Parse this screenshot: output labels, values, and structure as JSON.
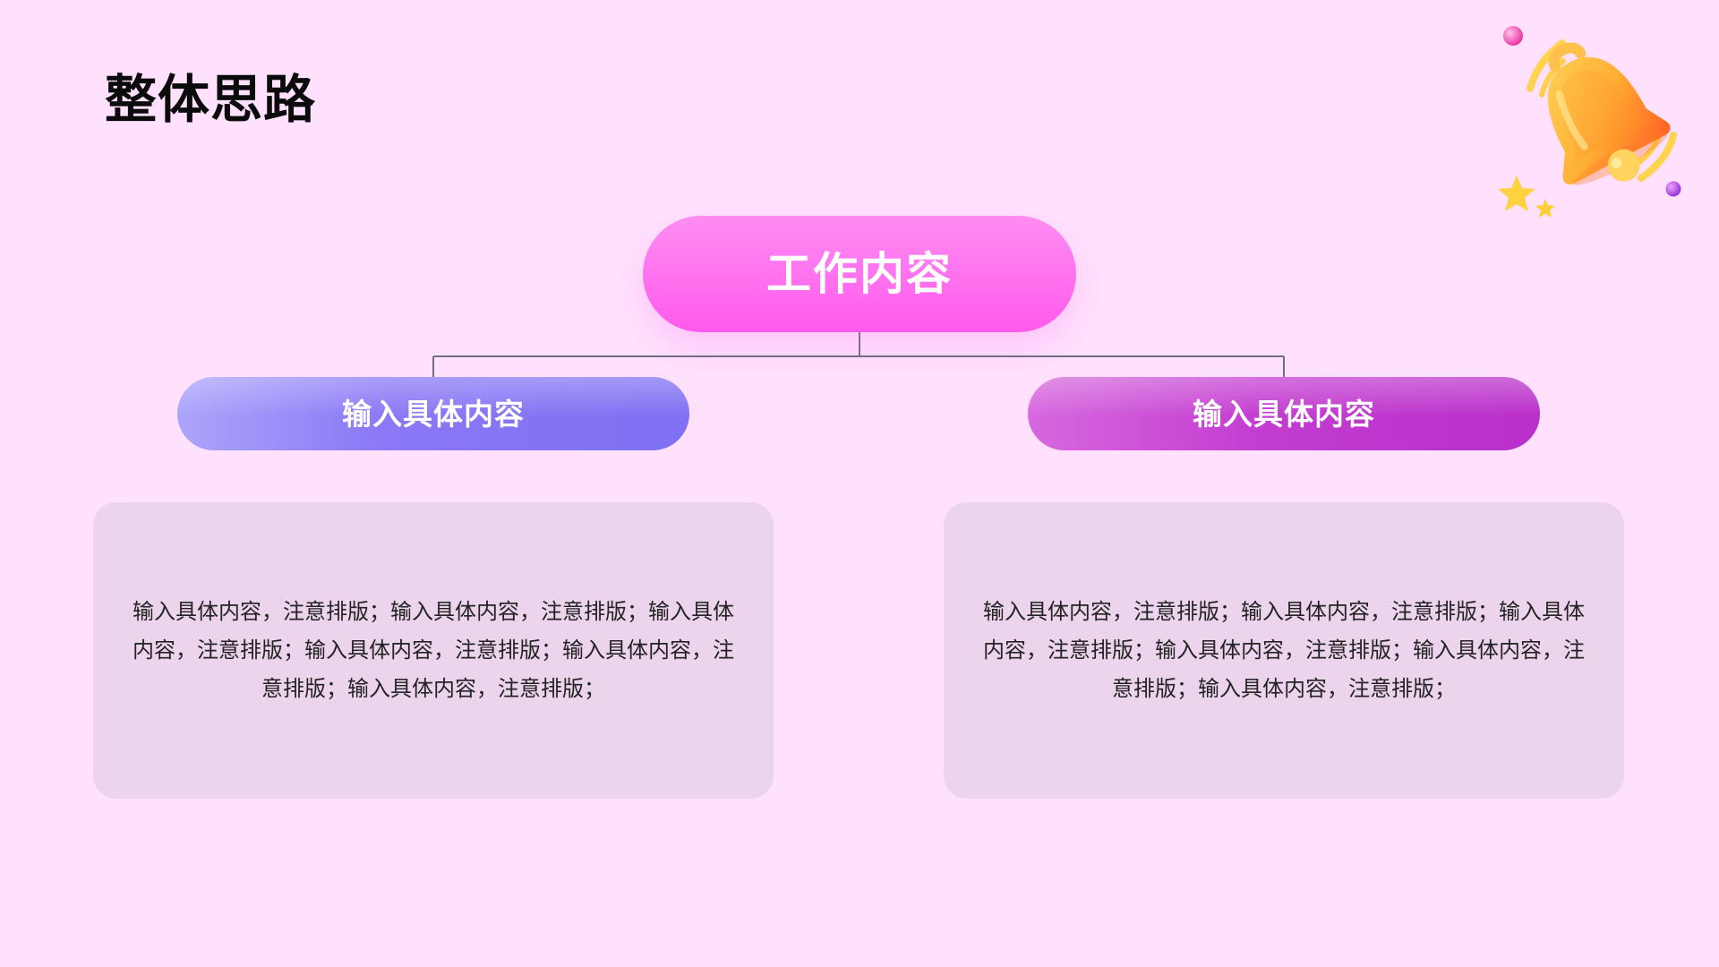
{
  "slide": {
    "title": "整体思路"
  },
  "diagram": {
    "root_label": "工作内容",
    "branches": [
      {
        "label": "输入具体内容",
        "body": "输入具体内容，注意排版；输入具体内容，注意排版；输入具体内容，注意排版；输入具体内容，注意排版；输入具体内容，注意排版；输入具体内容，注意排版；"
      },
      {
        "label": "输入具体内容",
        "body": "输入具体内容，注意排版；输入具体内容，注意排版；输入具体内容，注意排版；输入具体内容，注意排版；输入具体内容，注意排版；输入具体内容，注意排版；"
      }
    ]
  },
  "decorations": {
    "bell_icon": "bell-icon",
    "star_icon": "star-icon"
  },
  "colors": {
    "background": "#ffe0fd",
    "root": "#ff59ec",
    "left_branch": "#8a78f6",
    "right_branch": "#c33dd1",
    "card": "#ecd4ec",
    "connector": "#6f6f84"
  }
}
